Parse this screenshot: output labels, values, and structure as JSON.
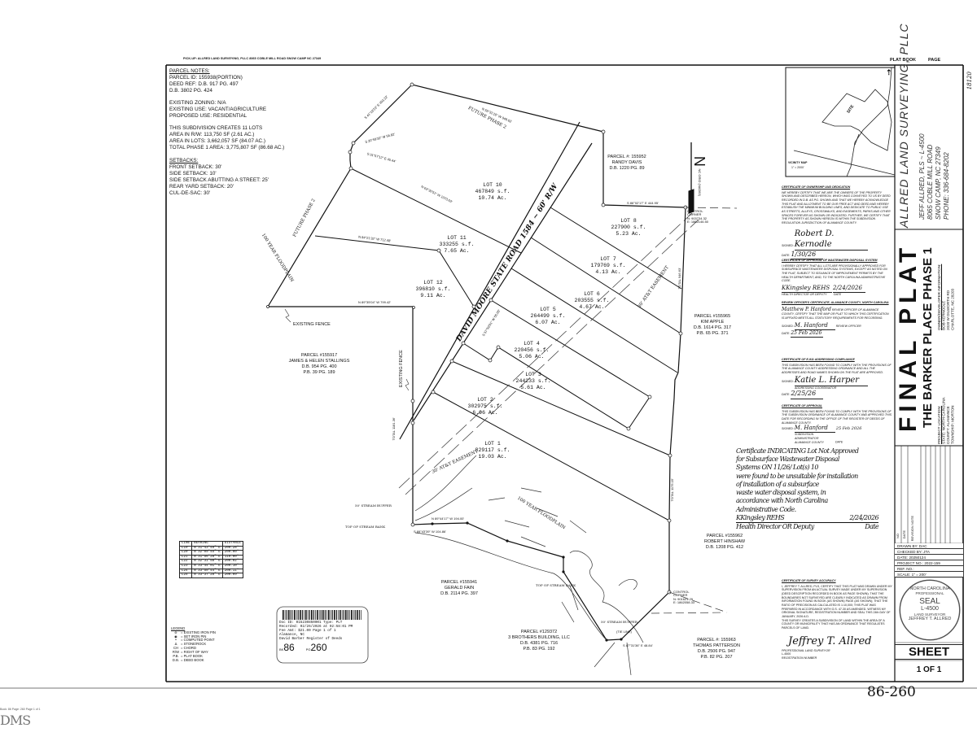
{
  "header_strip": "PICK-UP: ALLRED LAND SURVEYING, PLLC 8065 COBLE MILL ROAD SNOW CAMP NC 27349",
  "parcel_notes": {
    "title": "PARCEL NOTES:",
    "parcel_id": "PARCEL ID: 155938(PORTION)",
    "deed_ref": "DEED REF:   D.B. 917  PG. 497",
    "deed_ref2": "D.B.   3802 PG. 424",
    "zoning": "EXISTING ZONING: N/A",
    "existing_use": "EXISTING USE: VACANT/AGRICULTURE",
    "proposed_use": "PROPOSED USE: RESIDENTIAL",
    "lots": "THIS SUBDIVISION CREATES 11 LOTS",
    "area_rw": "AREA IN R/W: 113,750 SF (2.61 AC.)",
    "area_lots": "AREA IN LOTS:  3,662,057 SF (84.07 AC.)",
    "total_area": "TOTAL PHASE 1 AREA: 3,775,807 SF (86.68 AC.)",
    "setbacks_title": "SETBACKS:",
    "front": "FRONT SETBACK: 30'",
    "side": "SIDE SETBACK: 10'",
    "side_street": "SIDE SETBACK ABUTTING A STREET: 25'",
    "rear": "REAR YARD SETBACK: 20'",
    "culdesac": "CUL-DE-SAC: 30'"
  },
  "lots": [
    {
      "name": "LOT 1",
      "sf": "829117 s.f.",
      "ac": "19.03 Ac."
    },
    {
      "name": "LOT 2",
      "sf": "302975 s.f.",
      "ac": "6.96 Ac."
    },
    {
      "name": "LOT 3",
      "sf": "244233 s.f.",
      "ac": "5.61 Ac."
    },
    {
      "name": "LOT 4",
      "sf": "220456 s.f.",
      "ac": "5.06 Ac."
    },
    {
      "name": "LOT 5",
      "sf": "264499 s.f.",
      "ac": "6.07 Ac."
    },
    {
      "name": "LOT 6",
      "sf": "203555 s.f.",
      "ac": "4.67 Ac."
    },
    {
      "name": "LOT 7",
      "sf": "179769 s.f.",
      "ac": "4.13 Ac."
    },
    {
      "name": "LOT 8",
      "sf": "227900 s.f.",
      "ac": "5.23 Ac."
    },
    {
      "name": "LOT 10",
      "sf": "467849 s.f.",
      "ac": "10.74 Ac."
    },
    {
      "name": "LOT 11",
      "sf": "333255 s.f.",
      "ac": "7.65 Ac."
    },
    {
      "name": "LOT 12",
      "sf": "396810 s.f.",
      "ac": "9.11 Ac."
    }
  ],
  "parcels": [
    {
      "id": "PARCEL #: 155952",
      "owner": "RANDY DAVIS",
      "db": "D.B. 1220 PG. 89",
      "pb": ""
    },
    {
      "id": "PARCEL #155965",
      "owner": "KIM APPLE",
      "db": "D.B. 1614 PG. 317",
      "pb": "P.B. 65 PG. 371"
    },
    {
      "id": "PARCEL #155917",
      "owner": "JAMES & HELEN STALLINGS",
      "db": "D.B. 954 PG. 400",
      "pb": "P.B. 39 PG. 189"
    },
    {
      "id": "PARCEL #155962",
      "owner": "ROBERT HINSHAW",
      "db": "D.B. 1208 PG. 412",
      "pb": ""
    },
    {
      "id": "PARCEL #155941",
      "owner": "GERALD FAIN",
      "db": "D.B. 2114 PG. 397",
      "pb": ""
    },
    {
      "id": "PARCEL #129372",
      "owner": "3 BROTHERS BUILDING, LLC",
      "db": "D.B. 4381 PG. 716",
      "pb": "P.B. 83 PG. 192"
    },
    {
      "id": "PARCEL #: 155963",
      "owner": "THOMAS PATTERSON",
      "db": "D.B. 2506 PG. 947",
      "pb": "P.B. 82 PG. 207"
    }
  ],
  "map_labels": {
    "future_phase": "FUTURE PHASE 2",
    "floodplain": "100 YEAR FLOODPLAIN",
    "fence": "EXISTING FENCE",
    "easement": "30' AT&T EASEMENT",
    "road": "DAVID MOORE STATE ROAD 1584 ~ 60' R/W",
    "stream_buffer": "50' STREAM BUFFER",
    "stream_bank": "TOP OF STREAM BANK",
    "control_corner_1": [
      "CONTROL",
      "CORNER",
      "N: 903734.32",
      "E: 1862146.50"
    ],
    "control_corner_2": [
      "CONTROL",
      "CORNER",
      "N: 901621.29",
      "E: 1862058.33"
    ],
    "tie_line": "(TIE LINE)",
    "grid": "NC GRID (NAD83)",
    "north": "N"
  },
  "dimensions": {
    "d1": "S 41°16'23\" E",
    "d1b": "453.22'",
    "d2": "N 55°31'10\" W",
    "d2b": "948.62'",
    "d3": "S 20°59'32\" W",
    "d3b": "56.82'",
    "d4": "S 01°57'12\" E",
    "d4b": "45.44'",
    "d5": "N 63°30'51\" W",
    "d5b": "1073.63'",
    "d6": "N 84°21'32\" W",
    "d6b": "712.48'",
    "d7": "N 89°35'04\" W",
    "d7b": "799.42'",
    "d8": "S 86°02'17\" E",
    "d8b": "444.95'",
    "d9": "S 57°50'01\" W",
    "d9b": "55.00'",
    "d10": "N 89°44'17\" W",
    "d10b": "194.00'",
    "d11": "S 87°31'36\" E",
    "d11b": "48.84'",
    "d12": "S 89°43'39\" W",
    "d12b": "104.86'",
    "d13": "TOTAL 1181.36'",
    "d14": "TOTAL 1175.15'",
    "d15": "TOTAL 946.63'"
  },
  "line_table": {
    "headers": [
      "LINE",
      "BEARING",
      "DISTANCE"
    ],
    "rows": [
      [
        "L19",
        "N 31°43'49\" E",
        "200.28'"
      ],
      [
        "L20",
        "N 32°09'45\" E",
        "200.00'"
      ],
      [
        "L21",
        "N 31°56'28\" E",
        "110.00'"
      ],
      [
        "L22",
        "N 32°31'58\" E",
        "200.02'"
      ],
      [
        "L23",
        "N 33°44'01\" E",
        "200.10'"
      ],
      [
        "L24",
        "N 33°50'44\" E",
        "200.11'"
      ],
      [
        "L25",
        "N 33°37'28\" E",
        "200.09'"
      ]
    ]
  },
  "legend": {
    "title": "LEGEND",
    "items": [
      [
        "⊚",
        "= EXISTING IRON PIN"
      ],
      [
        "◉",
        "= SET IRON PIN"
      ],
      [
        "•",
        "= COMPUTED POINT"
      ],
      [
        "Δ",
        "= STONE/ROCK"
      ],
      [
        "CH",
        "= CHORD"
      ],
      [
        "R/W",
        "= RIGHT OF WAY"
      ],
      [
        "P.B.",
        "= PLAT BOOK"
      ],
      [
        "D.B.",
        "= DEED BOOK"
      ]
    ]
  },
  "recording_stamp": {
    "doc_id": "Doc ID: 015230850001 Type: PLT",
    "recorded": "Recorded: 02/26/2026 at 02:58:01 PM",
    "fee": "Fee Amt: $21.00 Page 1 of 1",
    "county": "Alamance, NC",
    "register": "David Barber Register of Deeds",
    "bk_label": "BK",
    "bk": "86",
    "pg_label": "PG",
    "pg": "260"
  },
  "plat_book_label": "PLAT BOOK",
  "page_label": "PAGE",
  "vicinity_map": {
    "site": "SITE",
    "title": "VICINITY MAP",
    "scale": "1\" = 2000'"
  },
  "firm": {
    "name": "ALLRED LAND SURVEYING, PLLC",
    "line1": "JEFF ALLRED, PLS ~ L-4500",
    "line2": "8065 COBLE MILL ROAD",
    "line3": "SNOW CAMP, NC 27349",
    "line4": "PHONE:  336-684-8202"
  },
  "title": {
    "final_plat": "FINAL PLAT",
    "project": "THE BARKER PLACE PHASE 1",
    "owner_title": "OWNER/DEVELOPER INFORMATION:",
    "owner_name": "BOB KERNODLE",
    "owner_addr1": "2020 W DILWORTH RD",
    "owner_addr2": "CHARLOTTE, NC 28203",
    "loc_title": "PROJECT LOCATION:",
    "loc_state": "STATE: NORTH CAROLINA",
    "loc_county": "COUNTY: ALAMANCE",
    "loc_township": "TOWNSHIP: MORTON"
  },
  "revision_table": {
    "headers": [
      "NO",
      "DATE",
      "REVISION NOTE"
    ]
  },
  "drawing_info": {
    "drawn_by": "DRAWN BY:  DAC",
    "checked_by": "CHECKED BY:  JTA",
    "date": "DATE:  20250124",
    "project_no": "PROJECT NO.:  2022-159",
    "ref_no": "REF. NO.:",
    "scale": "SCALE:  1\" = 200'"
  },
  "seal": {
    "top": "NORTH CAROLINA",
    "mid": "PROFESSIONAL",
    "seal": "SEAL",
    "num": "L-4500",
    "lower": "LAND SURVEYOR",
    "name": "JEFFREY T. ALLRED"
  },
  "sheet": {
    "label": "SHEET",
    "of": "1 OF 1"
  },
  "certificates": {
    "ownership": {
      "title": "CERTIFICATE OF OWNERSHIP AND DEDICATION",
      "body": "WE HEREBY CERTIFY THAT WE ARE THE OWNERS OF THE PROPERTY SHOWN AND DESCRIBED HEREON, WHICH WAS CONVEYED TO US BY DEED RECORDED IN D.B. AS PG. SHOWN AND THAT WE HEREBY ACKNOWLEDGE THIS PLAT AND ALLOTMENT TO BE OUR FREE ACT AND DEED AND HEREBY ESTABLISH THE MINIMUM BUILDING LINES, AND DEDICATE TO PUBLIC USE AS STREETS, ALLEYS, CROSSWALKS, AND EASEMENTS, PARKS AND OTHER SPACES FOREVER AS SHOWN OR INDICATED. FURTHER, WE CERTIFY THAT THE PROPERTY AS SHOWN HEREON IS WITHIN THE SUBDIVISION REGULATION JURISDICTION OF ALAMANCE COUNTY.",
      "signed_label": "SIGNED:",
      "signature": "Robert D. Kernodle",
      "date_label": "DATE:",
      "date": "1/30/26"
    },
    "wastewater": {
      "title": "CERTIFICATE OF APPROVAL OF WASTEWATER DISPOSAL SYSTEM",
      "body": "I HEREBY CERTIFY THAT ALL LOTS ARE PROVISIONALLY APPROVED FOR SUBSURFACE WASTEWATER DISPOSAL SYSTEMS, EXCEPT AS NOTED ON THE PLAT, SUBJECT TO ISSUANCE OF IMPROVEMENT PERMITS BY THE HEALTH DEPARTMENT, AND, TO THE NORTH CAROLINA ADMINISTRATIVE CODE.",
      "signature": "KKingsley REHS",
      "date": "2/24/2026",
      "sig_caption": "HEALTH DIRECTOR OR DEPUTY",
      "date_caption": "DATE"
    },
    "review": {
      "title": "REVIEW OFFICER'S CERTIFICATE, ALAMANCE COUNTY, NORTH CAROLINA",
      "signature_name": "Matthew P. Hanford",
      "body": "REVIEW OFFICER OF ALAMANCE COUNTY, CERTIFY THAT THE MAP OR PLAT TO WHICH THIS CERTIFICATION IS AFFIXED MEETS ALL STATUTORY REQUIREMENTS FOR RECORDING.",
      "signed_label": "SIGNED:",
      "signature": "M. Hanford",
      "sig_caption": "REVIEW OFFICER",
      "date_label": "DATE:",
      "date": "25 Feb 2026"
    },
    "e911": {
      "title": "CERTIFICATE OF E-911 ADDRESSING COMPLIANCE",
      "body": "THIS SUBDIVISION HAS BEEN FOUND TO COMPLY WITH THE PROVISIONS OF THE ALAMANCE COUNTY ADDRESSING ORDINANCE AND ALL THE ADDRESSES AND ROAD NAMES SHOWN ON THE PLAT ARE APPROVED.",
      "signed_label": "SIGNED:",
      "signature": "Katie L. Harper",
      "sig_caption": "ADDRESSING COORDINATOR",
      "date_label": "DATE:",
      "date": "2/25/26"
    },
    "approval": {
      "title": "CERTIFICATE OF APPROVAL",
      "body": "THIS SUBDIVISION HAS BEEN FOUND TO COMPLY WITH THE PROVISIONS OF THE SUBDIVISION ORDINANCE OF ALAMANCE COUNTY AND APPROVED THIS DATE FOR RECORDING IN THE OFFICE OF THE REGISTER OF DEEDS OF ALAMANCE COUNTY.",
      "signed_label": "SIGNED:",
      "signature": "M. Hanford",
      "date": "25 Feb 2026",
      "sig_caption": "SUBDIVISION ADMINISTRATOR ALAMANCE COUNTY",
      "date_caption": "DATE"
    },
    "survey": {
      "title": "CERTIFICATE OF SURVEY ACCURACY",
      "body": "I, JEFFREY T. ALLRED, PLS, CERTIFY THAT THIS PLAT WAS DRAWN UNDER MY SUPERVISION FROM AN ACTUAL SURVEY MADE UNDER MY SUPERVISION (DEED DESCRIPTION RECORDED IN BOOK AS PAGE SHOWN); THAT THE BOUNDARIES NOT SURVEYED ARE CLEARLY INDICATED AS DRAWN FROM INFORMATION FOUND IN BOOK (AS SHOWN) PAGE (AS SHOWN); THAT THE RATIO OF PRECISION AS CALCULATED IS 1:10,000; THIS PLAT WAS PREPARED IN ACCORDANCE WITH G.S. 47-30 AS AMENDED. WITNESS MY ORIGINAL SIGNATURE, REGISTRATION NUMBER AND SEAL THIS 24th DAY OF JANUARY, 2026 A.D.",
      "body2": "THIS SURVEY CREATES A SUBDIVISION OF LAND WITHIN THE AREA OF A COUNTY OR MUNICIPALITY THAT HAS AN ORDINANCE THAT REGULATES PARCELS OF LAND.",
      "signature": "Jeffrey T. Allred",
      "sig_caption": "PROFESSIONAL LAND SURVEYOR",
      "reg_no": "L-4500",
      "reg_caption": "REGISTRATION NUMBER"
    }
  },
  "handwritten_note": {
    "lines": [
      "Certificate INDICATING Lot Not Approved",
      "for Subsurface Wastewater Disposal",
      "Systems ON 11/26/ Lot(s) 10",
      "were found to be unsuitable for installation",
      "of installation of a subsurface",
      "waste water disposal system, in",
      "accordance with North Carolina",
      "Administrative Code."
    ],
    "signature": "KKingsley REHS",
    "date": "2/24/2026",
    "caption_sig": "Health Director OR Deputy",
    "caption_date": "Date"
  },
  "handwritten_book_page": "86-260",
  "handwritten_margin": "18120",
  "footer": {
    "book_page": "Book: 86  Page: 260     Page 1 of 1",
    "logo": "DMS"
  }
}
